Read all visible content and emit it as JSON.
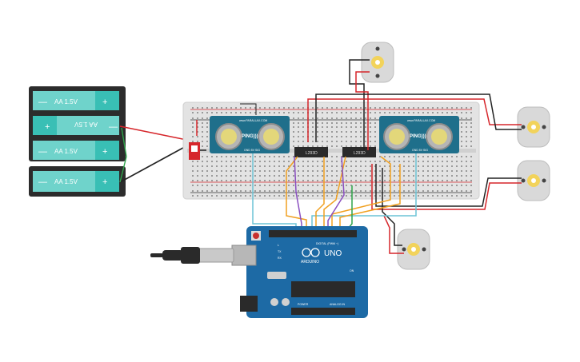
{
  "battery": {
    "cells": [
      {
        "label": "AA 1.5V",
        "minus": "—",
        "plus": "+",
        "flipped": false
      },
      {
        "label": "AA 1.5V",
        "minus": "—",
        "plus": "+",
        "flipped": true
      },
      {
        "label": "AA 1.5V",
        "minus": "—",
        "plus": "+",
        "flipped": false
      }
    ],
    "single": {
      "label": "AA 1.5V",
      "minus": "—",
      "plus": "+"
    }
  },
  "sensors": [
    {
      "ping_label": "PING)))",
      "brand": "www.PARALLAX.COM",
      "pins": "GND 5V SIG"
    },
    {
      "ping_label": "PING)))",
      "brand": "www.PARALLAX.COM",
      "pins": "GND 5V SIG"
    }
  ],
  "drivers": [
    {
      "label": "L293D"
    },
    {
      "label": "L293D"
    }
  ],
  "arduino": {
    "brand": "ARDUINO",
    "model": "UNO",
    "digital_label": "DIGITAL (PWM ~)",
    "power_label": "POWER",
    "analog_label": "ANALOG IN",
    "tx": "TX",
    "rx": "RX",
    "l": "L",
    "on": "ON"
  },
  "colors": {
    "breadboard": "#e3e3e3",
    "battery": "#39bfb5",
    "sensor": "#1f6f8b",
    "arduino": "#1d6aa5",
    "motor": "#d9d9d9",
    "motor_hub": "#f2d35b",
    "wire_red": "#d6262b",
    "wire_black": "#222222",
    "wire_orange": "#f0a020",
    "wire_purple": "#8a4fc0",
    "wire_green": "#2fa44a",
    "wire_cyan": "#6cc3d5"
  }
}
